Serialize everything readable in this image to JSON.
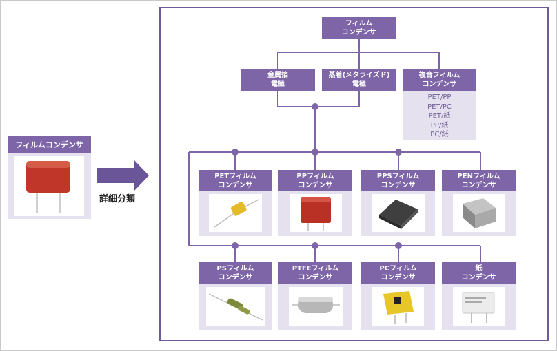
{
  "left_card": {
    "title": "フィルムコンデンサ"
  },
  "arrow_label": "詳細分類",
  "root": {
    "label": "フィルム\nコンデンサ"
  },
  "level2": [
    {
      "label": "金属箔\n電極"
    },
    {
      "label": "蒸着(メタライズド)\n電極"
    },
    {
      "label": "複合フィルム\nコンデンサ",
      "sub_items": [
        "PET/PP",
        "PET/PC",
        "PET/紙",
        "PP/紙",
        "PC/紙"
      ]
    }
  ],
  "row1": [
    {
      "label": "PETフィルム\nコンデンサ",
      "image": "yellow-axial-capacitor"
    },
    {
      "label": "PPフィルム\nコンデンサ",
      "image": "red-box-capacitor"
    },
    {
      "label": "PPSフィルム\nコンデンサ",
      "image": "dark-smd-capacitor"
    },
    {
      "label": "PENフィルム\nコンデンサ",
      "image": "grey-smd-capacitor"
    }
  ],
  "row2": [
    {
      "label": "PSフィルム\nコンデンサ",
      "image": "green-axial-capacitor"
    },
    {
      "label": "PTFEフィルム\nコンデンサ",
      "image": "silver-axial-capacitor"
    },
    {
      "label": "PCフィルム\nコンデンサ",
      "image": "yellow-box-capacitor"
    },
    {
      "label": "紙\nコンデンサ",
      "image": "white-box-capacitor"
    }
  ],
  "colors": {
    "header": "#7d65a8",
    "connector": "#7d65a8",
    "box_bg": "#e5e1ef",
    "sub_text": "#6f5f96",
    "arrow": "#6a5598"
  }
}
